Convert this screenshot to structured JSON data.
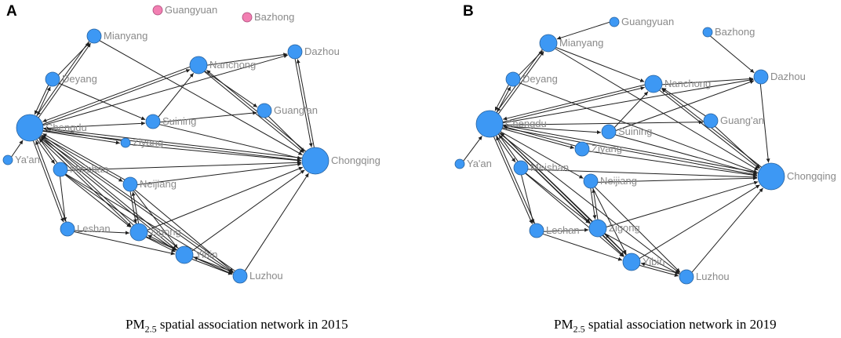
{
  "colors": {
    "node": "#3d98f4",
    "node_stroke": "#26609c",
    "isolated_node": "#f27fb2",
    "isolated_stroke": "#a84a78",
    "edge": "#1f1f1f",
    "label": "#8a8a8a"
  },
  "panels": [
    {
      "letter": "A",
      "caption_prefix": "PM",
      "caption_sub": "2.5",
      "caption_suffix": " spatial association network in ",
      "caption_year": "2015",
      "nodes": [
        {
          "id": "Guangyuan",
          "label": "Guangyuan",
          "size": "small",
          "isolated": true
        },
        {
          "id": "Bazhong",
          "label": "Bazhong",
          "size": "small",
          "isolated": true
        },
        {
          "id": "Mianyang",
          "label": "Mianyang",
          "size": "medium"
        },
        {
          "id": "Dazhou",
          "label": "Dazhou",
          "size": "medium"
        },
        {
          "id": "Nanchong",
          "label": "Nanchong",
          "size": "large"
        },
        {
          "id": "Deyang",
          "label": "Deyang",
          "size": "medium"
        },
        {
          "id": "Guang'an",
          "label": "Guang'an",
          "size": "medium"
        },
        {
          "id": "Chengdu",
          "label": "Chengdu",
          "size": "xlarge"
        },
        {
          "id": "Suining",
          "label": "Suining",
          "size": "medium"
        },
        {
          "id": "Ziyang",
          "label": "Ziyang",
          "size": "small"
        },
        {
          "id": "Ya'an",
          "label": "Ya'an",
          "size": "small"
        },
        {
          "id": "Meishan",
          "label": "Meishan",
          "size": "medium"
        },
        {
          "id": "Chongqing",
          "label": "Chongqing",
          "size": "xlarge"
        },
        {
          "id": "Neijiang",
          "label": "Neijiang",
          "size": "medium"
        },
        {
          "id": "Leshan",
          "label": "Leshan",
          "size": "medium"
        },
        {
          "id": "Zigong",
          "label": "Zigong",
          "size": "large"
        },
        {
          "id": "Yibin",
          "label": "Yibin",
          "size": "large"
        },
        {
          "id": "Luzhou",
          "label": "Luzhou",
          "size": "medium"
        }
      ]
    },
    {
      "letter": "B",
      "caption_prefix": "PM",
      "caption_sub": "2.5",
      "caption_suffix": " spatial association network in ",
      "caption_year": "2019",
      "nodes": [
        {
          "id": "Guangyuan",
          "label": "Guangyuan",
          "size": "small"
        },
        {
          "id": "Bazhong",
          "label": "Bazhong",
          "size": "small"
        },
        {
          "id": "Mianyang",
          "label": "Mianyang",
          "size": "large"
        },
        {
          "id": "Dazhou",
          "label": "Dazhou",
          "size": "medium"
        },
        {
          "id": "Nanchong",
          "label": "Nanchong",
          "size": "large"
        },
        {
          "id": "Deyang",
          "label": "Deyang",
          "size": "medium"
        },
        {
          "id": "Guang'an",
          "label": "Guang'an",
          "size": "medium"
        },
        {
          "id": "Chengdu",
          "label": "Chengdu",
          "size": "xlarge"
        },
        {
          "id": "Suining",
          "label": "Suining",
          "size": "medium"
        },
        {
          "id": "Ziyang",
          "label": "Ziyang",
          "size": "medium"
        },
        {
          "id": "Ya'an",
          "label": "Ya'an",
          "size": "small"
        },
        {
          "id": "Meishan",
          "label": "Meishan",
          "size": "medium"
        },
        {
          "id": "Chongqing",
          "label": "Chongqing",
          "size": "xlarge"
        },
        {
          "id": "Neijiang",
          "label": "Neijiang",
          "size": "medium"
        },
        {
          "id": "Leshan",
          "label": "Leshan",
          "size": "medium"
        },
        {
          "id": "Zigong",
          "label": "Zigong",
          "size": "large"
        },
        {
          "id": "Yibin",
          "label": "Yibin",
          "size": "large"
        },
        {
          "id": "Luzhou",
          "label": "Luzhou",
          "size": "medium"
        }
      ]
    }
  ]
}
